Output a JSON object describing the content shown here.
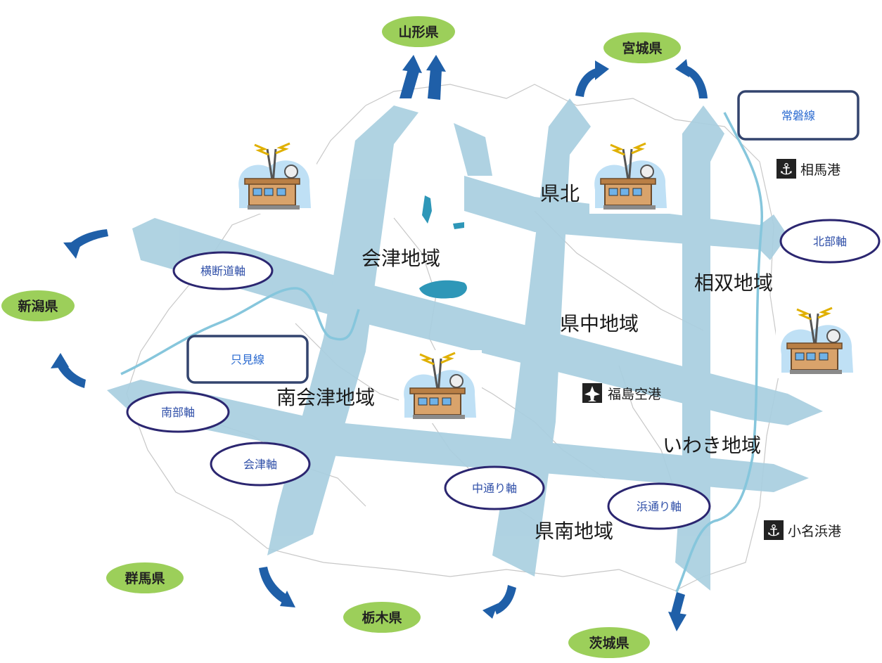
{
  "prefectures": {
    "yamagata": "山形県",
    "miyagi": "宮城県",
    "niigata": "新潟県",
    "gunma": "群馬県",
    "tochigi": "栃木県",
    "ibaraki": "茨城県"
  },
  "regions": {
    "aizu": "会津地域",
    "minami_aizu": "南会津地域",
    "kenpoku": "県北",
    "kenchu": "県中地域",
    "kennan": "県南地域",
    "souso": "相双地域",
    "iwaki": "いわき地域"
  },
  "axes": {
    "oudan": "横断道軸",
    "hokubu": "北部軸",
    "nanbu": "南部軸",
    "aizu": "会津軸",
    "nakadori": "中通り軸",
    "hamadori": "浜通り軸"
  },
  "rail_lines": {
    "joban": "常磐線",
    "tadami": "只見線"
  },
  "facilities": {
    "fukushima_airport": "福島空港",
    "soma_port": "相馬港",
    "onahama_port": "小名浜港"
  },
  "colors": {
    "arrow_fill": "#a9cfe0",
    "direction_arrow": "#1f5fa8",
    "pref_ellipse": "#9ccf5a",
    "axis_ellipse_stroke": "#2b2670",
    "rail_line": "#86c6dc",
    "label_box_stroke": "#33446e",
    "border_line": "#9a9a9a"
  }
}
